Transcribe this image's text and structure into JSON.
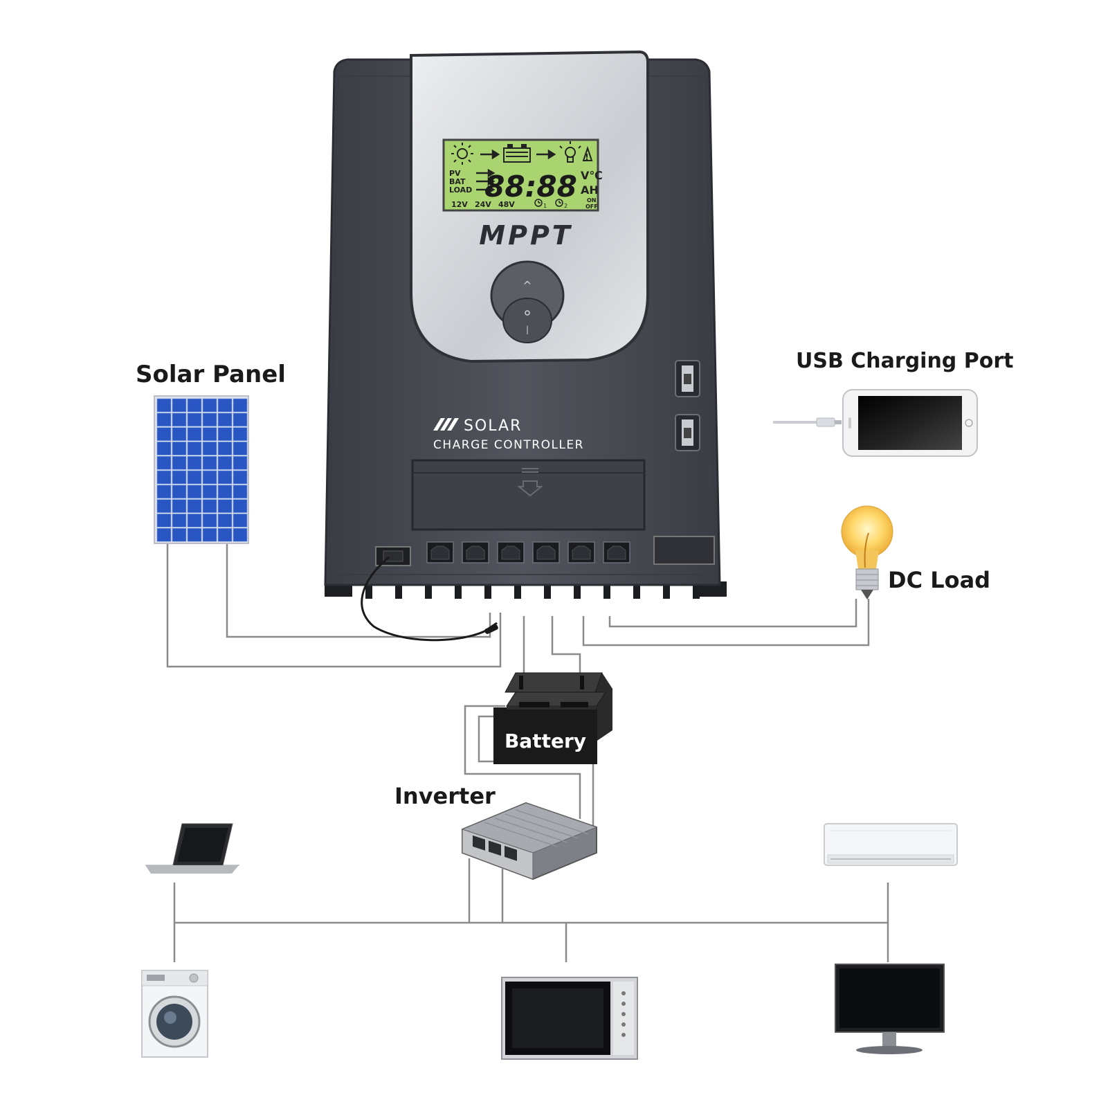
{
  "labels": {
    "solar_panel": "Solar Panel",
    "usb_port": "USB Charging Port",
    "dc_load": "DC Load",
    "battery": "Battery",
    "inverter": "Inverter"
  },
  "controller": {
    "brand": "MPPT",
    "title_line1": "SOLAR",
    "title_line2": "CHARGE CONTROLLER",
    "lcd": {
      "digits": "88:88",
      "unit_top": "V℃",
      "unit_bottom": "AH",
      "row_pv": "PV",
      "row_bat": "BAT",
      "row_load": "LOAD",
      "volt_12": "12V",
      "volt_24": "24V",
      "volt_48": "48V",
      "timer_1": "1",
      "timer_2": "2",
      "on": "ON",
      "off": "OFF"
    },
    "button": {
      "up": "^",
      "down": "|"
    }
  },
  "colors": {
    "housing": "#4a4d55",
    "housing_dark": "#2b2d33",
    "faceplate": "#d6d8dc",
    "lcd_bg": "#a9d46f",
    "solar_cell": "#2a56c4",
    "wire": "#8a8a8a"
  },
  "icons": [
    "sun-icon",
    "battery-icon",
    "bulb-icon",
    "warning-icon",
    "alarm-icon",
    "laptop-icon",
    "washing-machine-icon",
    "microwave-icon",
    "air-conditioner-icon",
    "monitor-icon",
    "smartphone-icon",
    "usb-cable-icon"
  ]
}
